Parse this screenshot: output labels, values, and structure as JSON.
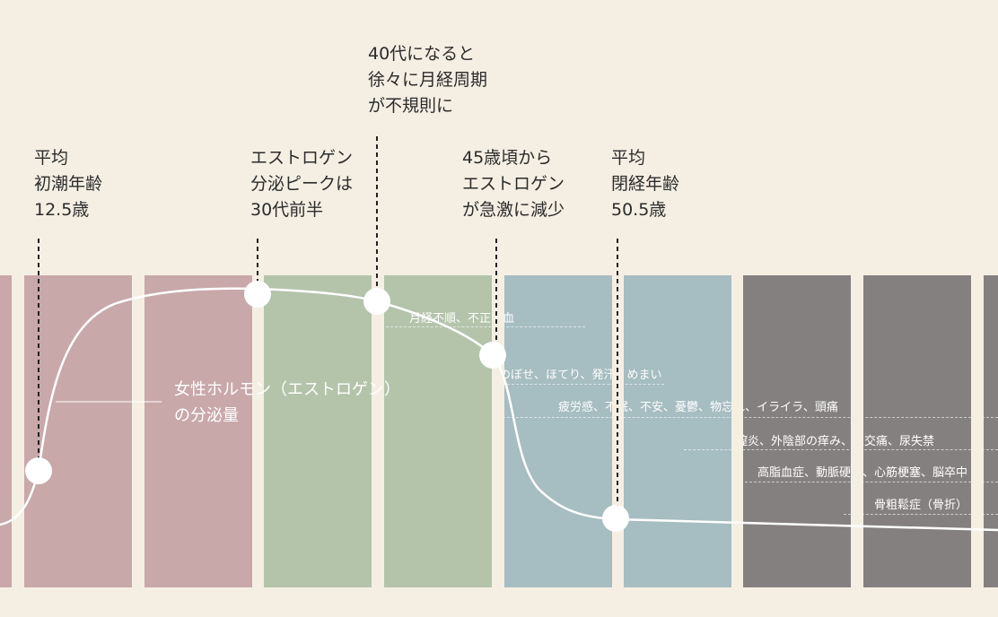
{
  "colors": {
    "pink": "#c9a8a9",
    "green": "#b3c4ab",
    "blue": "#a6bdc1",
    "gray": "#858080",
    "background": "#f5efe3"
  },
  "annotations": [
    {
      "text": "平均\n初潮年齢\n12.5歳"
    },
    {
      "text": "エストロゲン\n分泌ピークは\n30代前半"
    },
    {
      "text": "40代になると\n徐々に月経周期\nが不規則に"
    },
    {
      "text": "45歳頃から\nエストロゲン\nが急激に減少"
    },
    {
      "text": "平均\n閉経年齢\n50.5歳"
    }
  ],
  "curve_label": "女性ホルモン（エストロゲン）\nの分泌量",
  "symptoms": [
    "月経不順、不正出血",
    "のぼせ、ほてり、発汗、めまい",
    "疲労感、不眠、不安、憂鬱、物忘れ、イライラ、頭痛",
    "膣炎、外陰部の痒み、性交痛、尿失禁",
    "高脂血症、動脈硬化、心筋梗塞、脳卒中",
    "骨粗鬆症（骨折）"
  ]
}
